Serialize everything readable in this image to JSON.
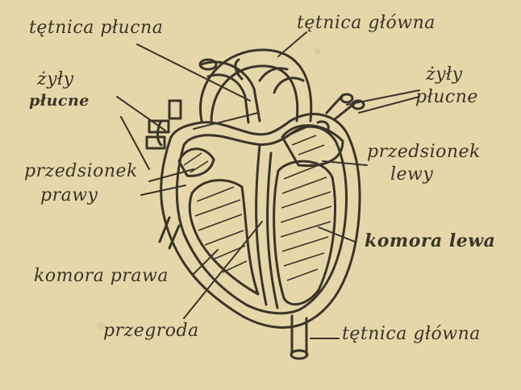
{
  "colors": {
    "paper": "#e6d7aa",
    "ink": "#3b3428"
  },
  "labels": {
    "pulmonary_artery": "tętnica płucna",
    "aorta_top": "tętnica główna",
    "veins_left_1": "żyły",
    "veins_left_2": "płucne",
    "veins_right_1": "żyły",
    "veins_right_2": "płucne",
    "atrium_right_1": "przedsionek",
    "atrium_right_2": "prawy",
    "atrium_left_1": "przedsionek",
    "atrium_left_2": "lewy",
    "ventricle_left": "komora lewa",
    "ventricle_right": "komora prawa",
    "septum": "przegroda",
    "aorta_bottom": "tętnica główna"
  }
}
